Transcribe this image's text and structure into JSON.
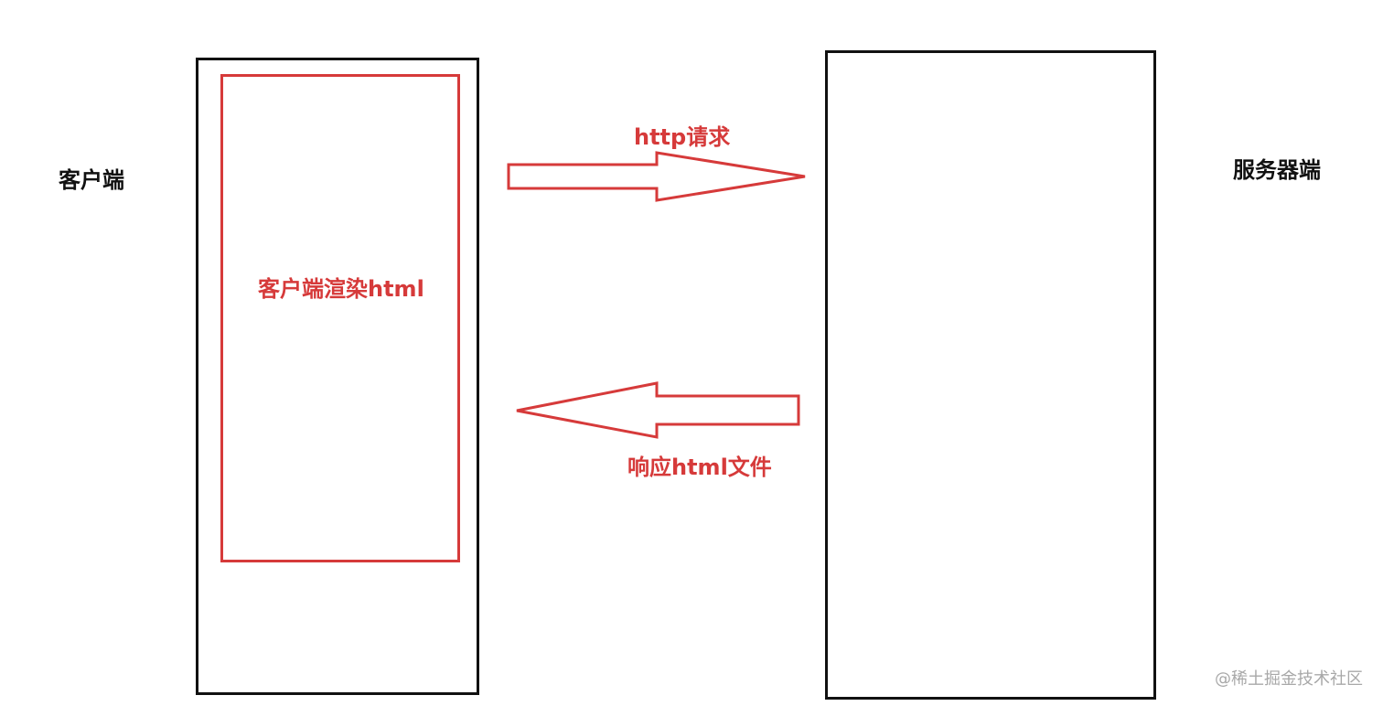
{
  "client": {
    "label": "客户端",
    "inner_box_label": "客户端渲染html"
  },
  "server": {
    "label": "服务器端"
  },
  "request_arrow": {
    "label": "http请求",
    "direction": "client-to-server"
  },
  "response_arrow": {
    "label": "响应html文件",
    "direction": "server-to-client"
  },
  "watermark": {
    "text": "@稀土掘金技术社区"
  },
  "colors": {
    "outline": "#111111",
    "accent": "#d63a3a",
    "watermark": "#a8a8a8",
    "background": "#ffffff"
  }
}
